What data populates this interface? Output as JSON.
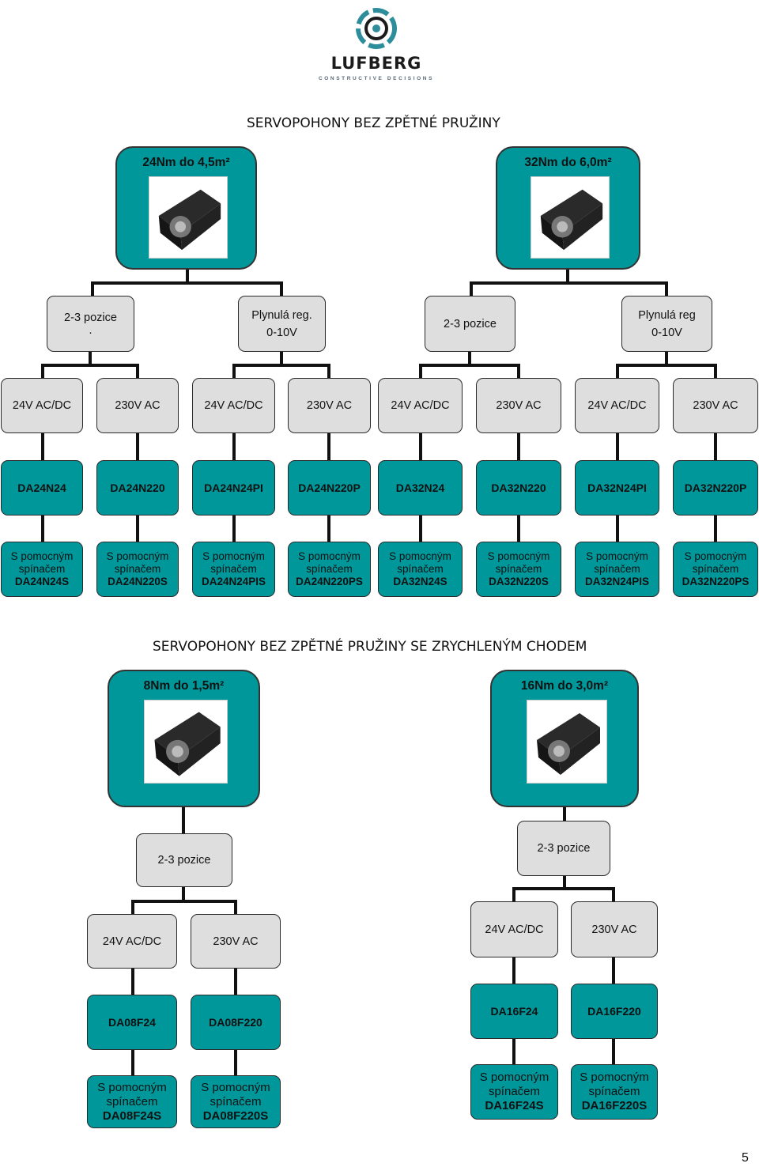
{
  "logo": {
    "brand": "LUFBERG",
    "tagline": "CONSTRUCTIVE DECISIONS",
    "icon": "lufberg-swirl-icon",
    "colors": {
      "ring": "#2d8d9a",
      "dark": "#1b1b1b"
    }
  },
  "section1": {
    "title": "SERVOPOHONY BEZ ZPĚTNÉ PRUŽINY",
    "groups": [
      {
        "heading": "24Nm do 4,5m²",
        "modes": [
          {
            "line1": "2-3 pozice",
            "line2": "."
          },
          {
            "line1": "Plynulá reg.",
            "line2": "0-10V"
          }
        ]
      },
      {
        "heading": "32Nm do 6,0m²",
        "modes": [
          {
            "line1": "2-3 pozice",
            "line2": ""
          },
          {
            "line1": "Plynulá reg",
            "line2": "0-10V"
          }
        ]
      }
    ],
    "voltages": [
      "24V AC/DC",
      "230V AC",
      "24V AC/DC",
      "230V AC",
      "24V AC/DC",
      "230V AC",
      "24V AC/DC",
      "230V AC"
    ],
    "models": [
      "DA24N24",
      "DA24N220",
      "DA24N24PI",
      "DA24N220P",
      "DA32N24",
      "DA32N220",
      "DA32N24PI",
      "DA32N220P"
    ],
    "switch_label": "S pomocným spínačem",
    "switch_models": [
      "DA24N24S",
      "DA24N220S",
      "DA24N24PIS",
      "DA24N220PS",
      "DA32N24S",
      "DA32N220S",
      "DA32N24PIS",
      "DA32N220PS"
    ]
  },
  "section2": {
    "title": "SERVOPOHONY BEZ ZPĚTNÉ PRUŽINY SE ZRYCHLENÝM CHODEM",
    "groups": [
      {
        "heading": "8Nm do 1,5m²",
        "mode": "2-3 pozice",
        "voltages": [
          "24V AC/DC",
          "230V AC"
        ],
        "models": [
          "DA08F24",
          "DA08F220"
        ],
        "switch_models": [
          "DA08F24S",
          "DA08F220S"
        ]
      },
      {
        "heading": "16Nm do 3,0m²",
        "mode": "2-3 pozice",
        "voltages": [
          "24V AC/DC",
          "230V AC"
        ],
        "models": [
          "DA16F24",
          "DA16F220"
        ],
        "switch_models": [
          "DA16F24S",
          "DA16F220S"
        ]
      }
    ],
    "switch_label": "S pomocným spínačem"
  },
  "page_number": "5",
  "colors": {
    "teal": "#00979a",
    "grey_box": "#dedede",
    "connector": "#111111"
  }
}
